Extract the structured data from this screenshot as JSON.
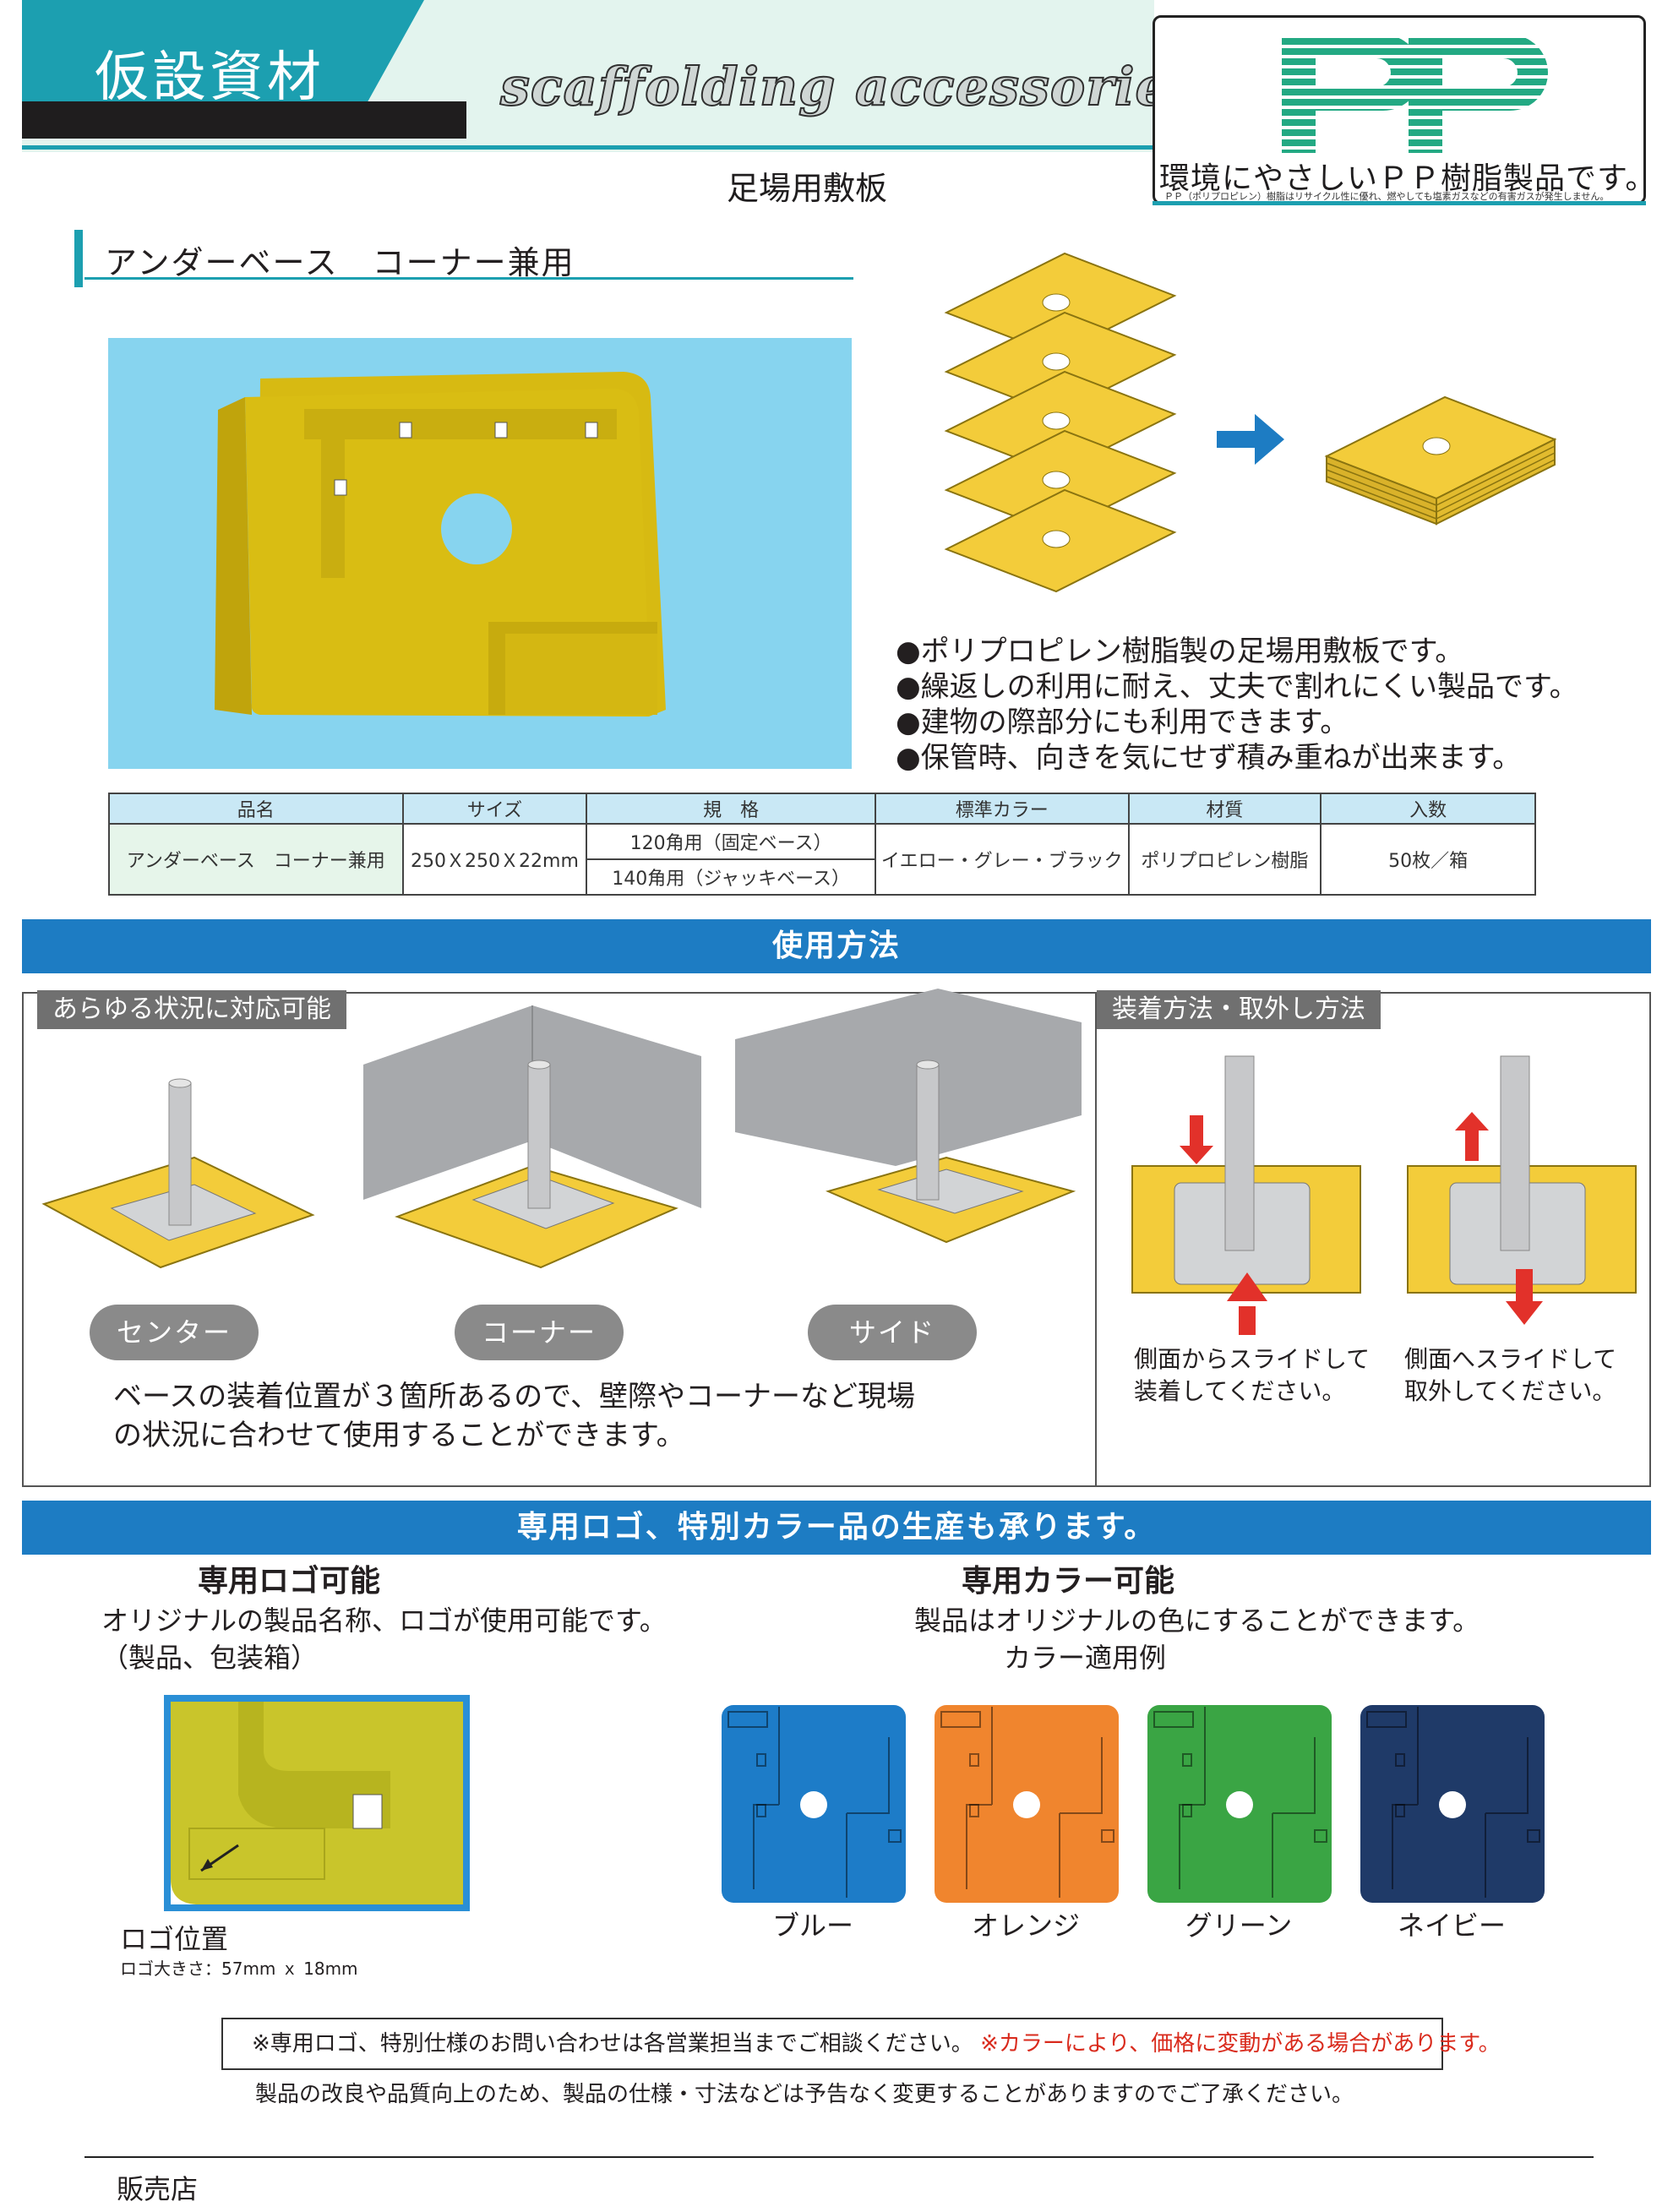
{
  "header": {
    "category": "仮設資材",
    "script_title": "scaffolding accessories",
    "subtitle": "足場用敷板"
  },
  "pp_badge": {
    "logo_text": "PP",
    "tagline": "環境にやさしいＰＰ樹脂製品です。",
    "note": "ＰＰ（ポリプロピレン）樹脂はリサイクル性に優れ、燃やしても塩素ガスなどの有害ガスが発生しません。"
  },
  "product": {
    "title": "アンダーベース　コーナー兼用",
    "features": [
      "●ポリプロピレン樹脂製の足場用敷板です。",
      "●繰返しの利用に耐え、丈夫で割れにくい製品です。",
      "●建物の際部分にも利用できます。",
      "●保管時、向きを気にせず積み重ねが出来ます。"
    ]
  },
  "spec_table": {
    "headers": [
      "品名",
      "サイズ",
      "規　格",
      "標準カラー",
      "材質",
      "入数"
    ],
    "name": "アンダーベース　コーナー兼用",
    "size": "250Ｘ250Ｘ22mm",
    "standard_1": "120角用（固定ベース）",
    "standard_2": "140角用（ジャッキベース）",
    "color": "イエロー・グレー・ブラック",
    "material": "ポリプロピレン樹脂",
    "quantity": "50枚／箱"
  },
  "usage": {
    "bar_title": "使用方法",
    "left_tab": "あらゆる状況に対応可能",
    "right_tab": "装着方法・取外し方法",
    "positions": [
      "センター",
      "コーナー",
      "サイド"
    ],
    "note_line1": "ベースの装着位置が３箇所あるので、壁際やコーナーなど現場",
    "note_line2": "の状況に合わせて使用することができます。",
    "attach_line1": "側面からスライドして",
    "attach_line2": "装着してください。",
    "detach_line1": "側面へスライドして",
    "detach_line2": "取外してください。"
  },
  "custom": {
    "bar_title": "専用ロゴ、特別カラー品の生産も承ります。",
    "logo_heading": "専用ロゴ可能",
    "logo_desc1": "オリジナルの製品名称、ロゴが使用可能です。",
    "logo_desc2": "（製品、包装箱）",
    "logo_position": "ロゴ位置",
    "logo_size": "ロゴ大きさ：57mm ｘ 18mm",
    "color_heading": "専用カラー可能",
    "color_desc": "製品はオリジナルの色にすることができます。",
    "color_example": "カラー適用例",
    "swatches": [
      {
        "label": "ブルー",
        "color": "#1d7cc8"
      },
      {
        "label": "オレンジ",
        "color": "#f0852e"
      },
      {
        "label": "グリーン",
        "color": "#3aa544"
      },
      {
        "label": "ネイビー",
        "color": "#1f3a68"
      }
    ]
  },
  "notice": {
    "black": "※専用ロゴ、特別仕様のお問い合わせは各営業担当までご相談ください。",
    "red": "※カラーにより、価格に変動がある場合があります。",
    "footer": "製品の改良や品質向上のため、製品の仕様・寸法などは予告なく変更することがありますのでご了承ください。"
  },
  "seller_label": "販売店",
  "colors": {
    "teal": "#1c9fb0",
    "blue_bar": "#1d7cc3",
    "product_yellow": "#f3cc3a",
    "photo_bg": "#87d4ef"
  }
}
